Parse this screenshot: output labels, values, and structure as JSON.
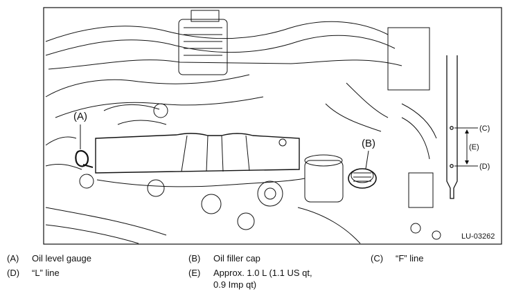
{
  "figure": {
    "code": "LU-03262",
    "callouts": {
      "A": "(A)",
      "B": "(B)"
    },
    "gauge_labels": {
      "C": "(C)",
      "E": "(E)",
      "D": "(D)"
    }
  },
  "legend": [
    {
      "key": "(A)",
      "text": "Oil level gauge"
    },
    {
      "key": "(B)",
      "text": "Oil filler cap"
    },
    {
      "key": "(C)",
      "text": "“F” line"
    },
    {
      "key": "(D)",
      "text": "“L” line"
    },
    {
      "key": "(E)",
      "text": "Approx. 1.0 L (1.1 US qt,",
      "text2": "0.9 Imp qt)"
    }
  ]
}
